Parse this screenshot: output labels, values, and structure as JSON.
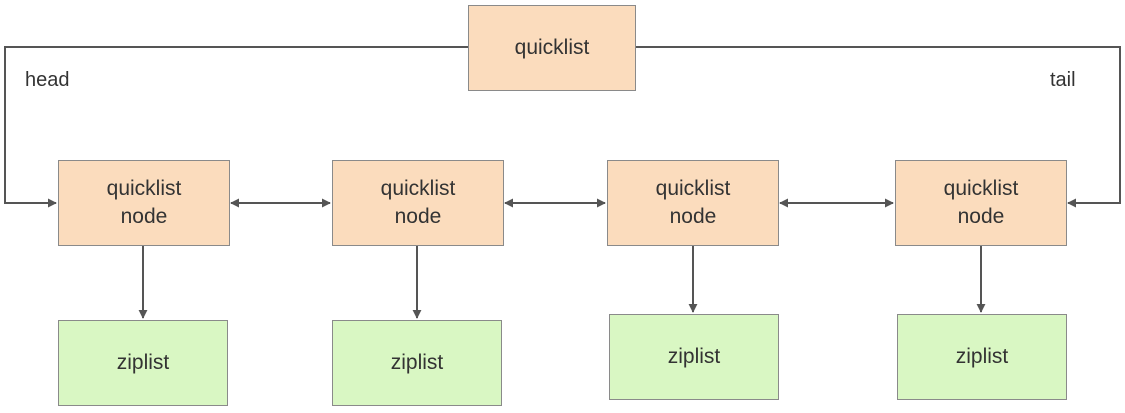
{
  "diagram": {
    "root": {
      "label": "quicklist"
    },
    "head_label": "head",
    "tail_label": "tail",
    "nodes": [
      {
        "label": "quicklist\nnode",
        "child": "ziplist"
      },
      {
        "label": "quicklist\nnode",
        "child": "ziplist"
      },
      {
        "label": "quicklist\nnode",
        "child": "ziplist"
      },
      {
        "label": "quicklist\nnode",
        "child": "ziplist"
      }
    ],
    "colors": {
      "node_fill": "#fbdcbd",
      "ziplist_fill": "#d9f7c3",
      "border": "#8a8a8a",
      "line": "#555555"
    }
  }
}
